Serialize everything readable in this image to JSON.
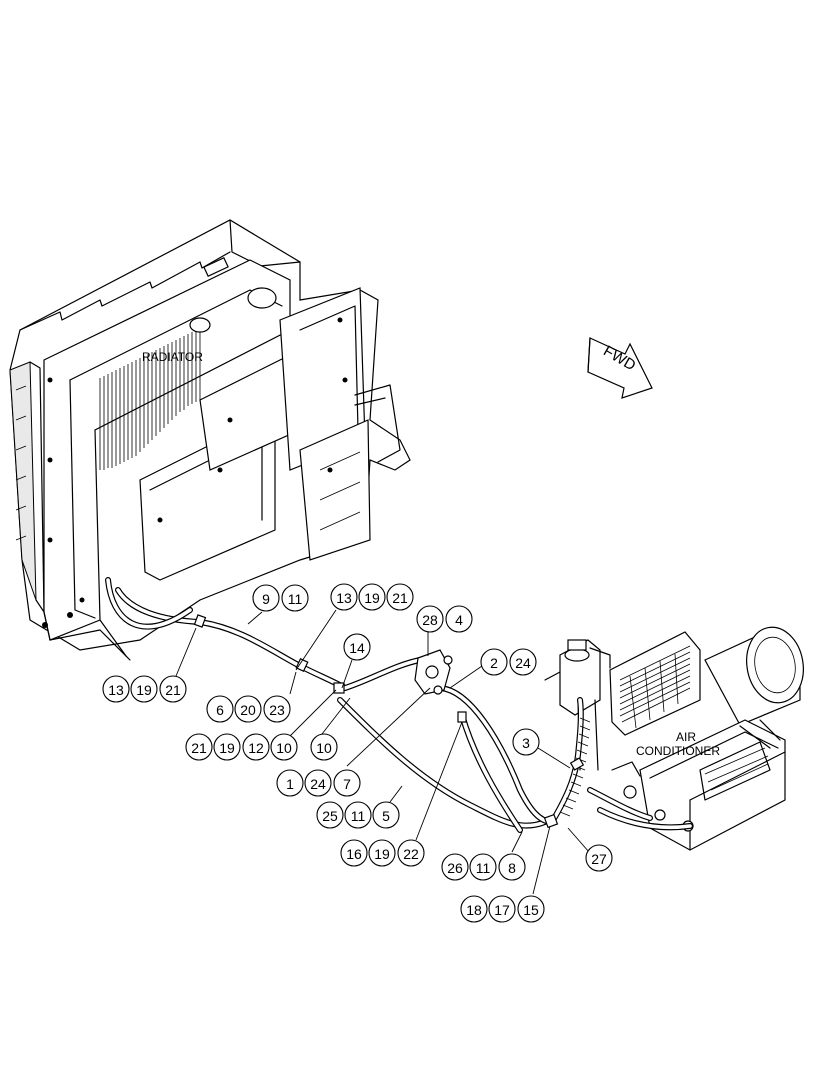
{
  "labels": {
    "radiator": "RADIATOR",
    "air_conditioner_line1": "AIR",
    "air_conditioner_line2": "CONDITIONER",
    "forward": "FWD"
  },
  "callouts": [
    {
      "id": "c9",
      "text": "9"
    },
    {
      "id": "c11a",
      "text": "11"
    },
    {
      "id": "c13a",
      "text": "13"
    },
    {
      "id": "c19a",
      "text": "19"
    },
    {
      "id": "c21a",
      "text": "21"
    },
    {
      "id": "c28",
      "text": "28"
    },
    {
      "id": "c4",
      "text": "4"
    },
    {
      "id": "c14",
      "text": "14"
    },
    {
      "id": "c2",
      "text": "2"
    },
    {
      "id": "c24a",
      "text": "24"
    },
    {
      "id": "c13b",
      "text": "13"
    },
    {
      "id": "c19b",
      "text": "19"
    },
    {
      "id": "c21b",
      "text": "21"
    },
    {
      "id": "c6",
      "text": "6"
    },
    {
      "id": "c20",
      "text": "20"
    },
    {
      "id": "c23",
      "text": "23"
    },
    {
      "id": "c21c",
      "text": "21"
    },
    {
      "id": "c19c",
      "text": "19"
    },
    {
      "id": "c12",
      "text": "12"
    },
    {
      "id": "c10a",
      "text": "10"
    },
    {
      "id": "c10b",
      "text": "10"
    },
    {
      "id": "c3",
      "text": "3"
    },
    {
      "id": "c1",
      "text": "1"
    },
    {
      "id": "c24b",
      "text": "24"
    },
    {
      "id": "c7",
      "text": "7"
    },
    {
      "id": "c25",
      "text": "25"
    },
    {
      "id": "c11b",
      "text": "11"
    },
    {
      "id": "c5",
      "text": "5"
    },
    {
      "id": "c16",
      "text": "16"
    },
    {
      "id": "c19d",
      "text": "19"
    },
    {
      "id": "c22",
      "text": "22"
    },
    {
      "id": "c27",
      "text": "27"
    },
    {
      "id": "c26",
      "text": "26"
    },
    {
      "id": "c11c",
      "text": "11"
    },
    {
      "id": "c8",
      "text": "8"
    },
    {
      "id": "c18",
      "text": "18"
    },
    {
      "id": "c17",
      "text": "17"
    },
    {
      "id": "c15",
      "text": "15"
    }
  ]
}
